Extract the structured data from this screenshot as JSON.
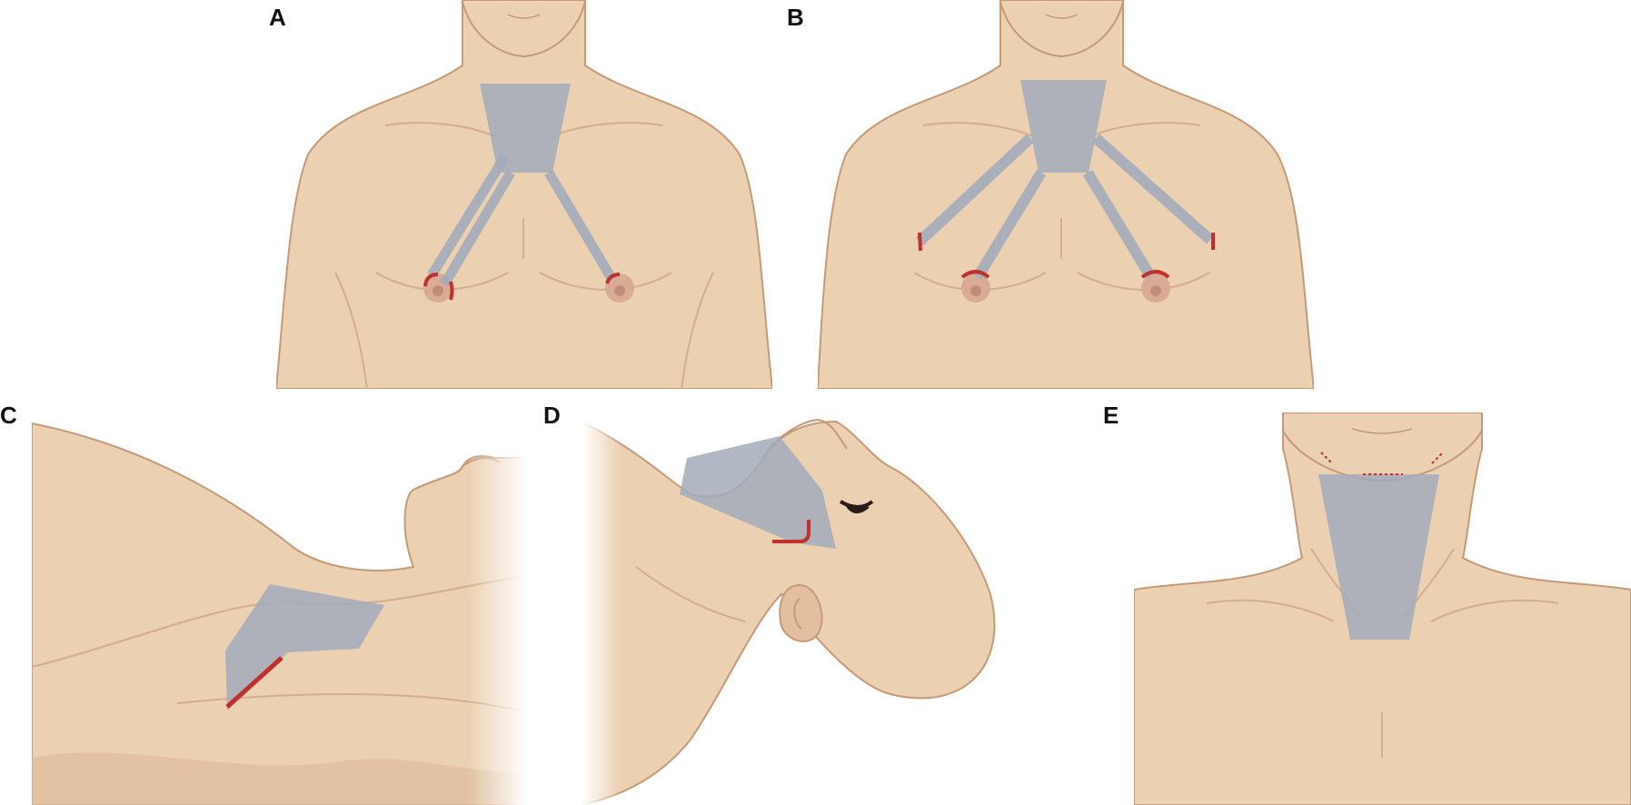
{
  "colors": {
    "skin": "#ecd0b2",
    "skin_shadow": "#dcb998",
    "outline": "#c49a7a",
    "areola": "#d9ab94",
    "nipple": "#c08d7a",
    "tunnel": "#a3acba",
    "incision": "#c0312d",
    "brow": "#2a1d17"
  },
  "panels": [
    {
      "id": "A",
      "label": "A"
    },
    {
      "id": "B",
      "label": "B"
    },
    {
      "id": "C",
      "label": "C"
    },
    {
      "id": "D",
      "label": "D"
    },
    {
      "id": "E",
      "label": "E"
    }
  ]
}
